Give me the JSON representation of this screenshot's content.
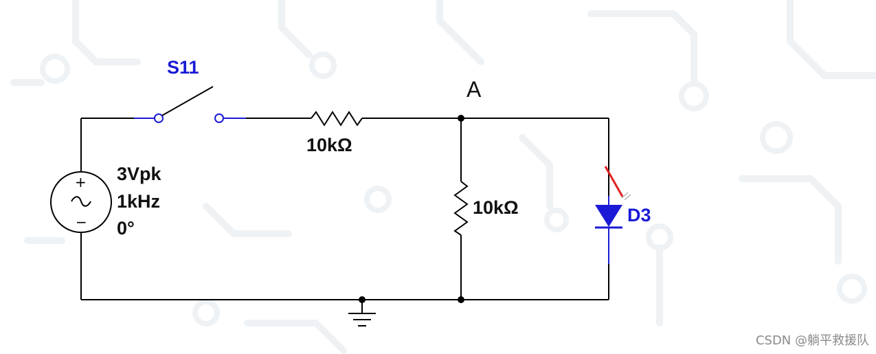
{
  "switch": {
    "label": "S11"
  },
  "node": {
    "label": "A"
  },
  "resistor_series": {
    "label": "10kΩ"
  },
  "resistor_shunt": {
    "label": "10kΩ"
  },
  "source": {
    "line1": "3Vpk",
    "line2": "1kHz",
    "line3": "0°",
    "plus": "+",
    "minus": "−"
  },
  "diode": {
    "label": "D3"
  },
  "watermark": "CSDN @躺平救援队",
  "colors": {
    "wire": "#000000",
    "component_blue": "#1a1ad6",
    "probe_red": "#e02020"
  }
}
